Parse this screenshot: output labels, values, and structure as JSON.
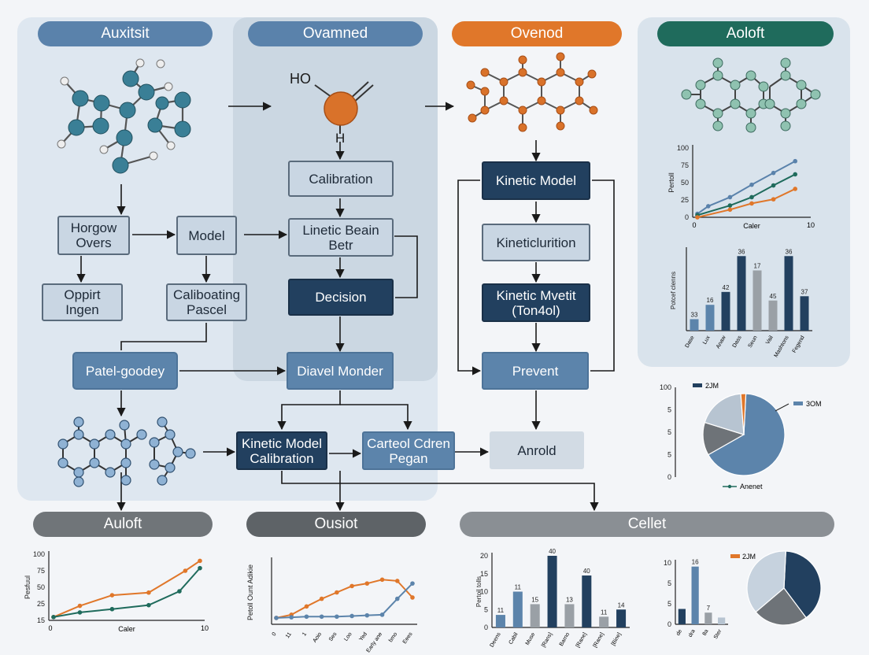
{
  "colors": {
    "header_blue": "#5a82ab",
    "header_orange": "#e0772a",
    "header_green": "#1f6b5c",
    "header_gray": "#707579",
    "header_dark_gray": "#5e6367",
    "box_dark": "#22405f",
    "box_mid": "#5c84ab",
    "molecule_teal": "#3a7f96",
    "molecule_orange": "#d9722a",
    "molecule_green": "#8fc2b0",
    "molecule_blue": "#8fb2d4"
  },
  "headers": {
    "auxitsit": "Auxitsit",
    "ovamned": "Ovamned",
    "ovenod": "Ovenod",
    "aoloft_top": "Aoloft",
    "auloft": "Auloft",
    "ousiot": "Ousiot",
    "cellet": "Cellet"
  },
  "col1": {
    "horgow": "Horgow\nOvers",
    "model": "Model",
    "oppirt": "Oppirt\nIngen",
    "calibosting": "Caliboating\nPascel",
    "patel": "Patel-goodey"
  },
  "col2": {
    "ho_label": "HO",
    "h_label": "H",
    "calibration": "Calibration",
    "linetic": "Linetic Beain\nBetr",
    "decision": "Decision",
    "diavel": "Diavel Monder",
    "kinetic_cal": "Kinetic Model\nCalibration",
    "carteol": "Carteol Cdren\nPegan"
  },
  "col3": {
    "kinetic_model": "Kinetic Model",
    "kineticlurition": "Kineticlurition",
    "kinetic_mvetit": "Kinetic Mvetit\n(Ton4ol)",
    "prevent": "Prevent",
    "anrold": "Anrold"
  },
  "chart_data": [
    {
      "id": "top_line",
      "type": "line",
      "ylabel": "Pertoll",
      "xlabel": "Caler",
      "yticks": [
        "100",
        "75",
        "50",
        "25",
        "0"
      ],
      "xticks": [
        "0",
        "10"
      ],
      "ylim": [
        0,
        100
      ],
      "xlim": [
        0,
        10
      ],
      "series": [
        {
          "color": "#5a82ab",
          "x": [
            0,
            1,
            3,
            5,
            7,
            9
          ],
          "y": [
            5,
            16,
            29,
            47,
            64,
            81
          ]
        },
        {
          "color": "#1f6b5c",
          "x": [
            0,
            3,
            5,
            7,
            9
          ],
          "y": [
            3,
            17,
            29,
            46,
            62
          ]
        },
        {
          "color": "#e0772a",
          "x": [
            0,
            3,
            5,
            7,
            9
          ],
          "y": [
            0,
            11,
            20,
            26,
            41
          ]
        }
      ]
    },
    {
      "id": "top_bar",
      "type": "bar",
      "ylabel": "Potcef clenns",
      "categories": [
        "Dase",
        "Lux",
        "Anaw",
        "Dass",
        "Seun",
        "Vail",
        "Mashtons",
        "Fegend"
      ],
      "values": [
        8,
        18,
        27,
        52,
        42,
        21,
        52,
        24
      ],
      "labels": [
        "33",
        "16",
        "42",
        "36",
        "17",
        "45",
        "36",
        "37"
      ],
      "colors": [
        "#5c84ab",
        "#5c84ab",
        "#22405f",
        "#22405f",
        "#9aa0a6",
        "#9aa0a6",
        "#22405f",
        "#22405f"
      ],
      "ylim": [
        0,
        56
      ]
    },
    {
      "id": "right_pie",
      "type": "pie",
      "yticks": [
        "100",
        "5",
        "5",
        "5",
        "0"
      ],
      "legend": [
        "2JM",
        "3OM",
        "Anenet"
      ],
      "values": [
        66,
        13,
        19,
        2
      ],
      "colors": [
        "#5c84ab",
        "#6e7378",
        "#b7c4d1",
        "#e0772a"
      ]
    },
    {
      "id": "bottom_line_1",
      "type": "line",
      "ylabel": "Pesfuul",
      "xlabel": "Caler",
      "yticks": [
        "100",
        "75",
        "50",
        "25",
        "15"
      ],
      "xticks": [
        "0",
        "10"
      ],
      "ylim": [
        0,
        100
      ],
      "xlim": [
        0,
        10
      ],
      "series": [
        {
          "color": "#e0772a",
          "x": [
            0,
            1.8,
            4,
            6.5,
            9,
            10
          ],
          "y": [
            5,
            22,
            38,
            42,
            75,
            90
          ]
        },
        {
          "color": "#1f6b5c",
          "x": [
            0,
            1.8,
            4,
            6.5,
            8.6,
            10
          ],
          "y": [
            5,
            12,
            17,
            23,
            44,
            79
          ]
        }
      ]
    },
    {
      "id": "bottom_line_2",
      "type": "line",
      "ylabel": "Petoll Ount Adikie",
      "xticks": [
        "0",
        "11",
        "1",
        "Aoio",
        "Ses",
        "Loo",
        "Yed",
        "Early ane",
        "bmo",
        "Eees"
      ],
      "ylim": [
        0,
        100
      ],
      "series": [
        {
          "color": "#e0772a",
          "values": [
            10,
            15,
            28,
            40,
            50,
            60,
            64,
            70,
            68,
            42
          ]
        },
        {
          "color": "#5c84ab",
          "values": [
            10,
            11,
            12,
            12,
            12,
            13,
            14,
            15,
            40,
            64
          ]
        }
      ]
    },
    {
      "id": "bottom_bar",
      "type": "bar",
      "ylabel": "Pertoil tolls",
      "yticks": [
        "20",
        "15",
        "10",
        "5",
        "0"
      ],
      "categories": [
        "Deens",
        "Cabil",
        "Muse",
        "[Rans]",
        "Barno",
        "[Rane]",
        "[Rane]",
        "[Bine]"
      ],
      "values": [
        3.5,
        10,
        6.5,
        20,
        6.5,
        14.5,
        3,
        5
      ],
      "labels": [
        "11",
        "11",
        "15",
        "40",
        "13",
        "40",
        "11",
        "14"
      ],
      "colors": [
        "#5c84ab",
        "#5c84ab",
        "#9aa0a6",
        "#22405f",
        "#9aa0a6",
        "#22405f",
        "#9aa0a6",
        "#22405f"
      ],
      "ylim": [
        0,
        20
      ]
    },
    {
      "id": "bottom_small_bar",
      "type": "bar",
      "yticks": [
        "10",
        "5",
        "5",
        "0"
      ],
      "categories": [
        "de",
        "dra",
        "8a",
        "Ster"
      ],
      "values": [
        2.5,
        9.4,
        1.9,
        1.1
      ],
      "labels": [
        "",
        "16",
        "7",
        ""
      ],
      "colors": [
        "#22405f",
        "#5c84ab",
        "#9aa0a6",
        "#b7c4d1"
      ],
      "ylim": [
        0,
        10
      ]
    },
    {
      "id": "bottom_pie",
      "type": "pie",
      "legend": [
        "2JM"
      ],
      "values": [
        39,
        24,
        37
      ],
      "colors": [
        "#22405f",
        "#6e7378",
        "#c6d2de"
      ]
    }
  ]
}
